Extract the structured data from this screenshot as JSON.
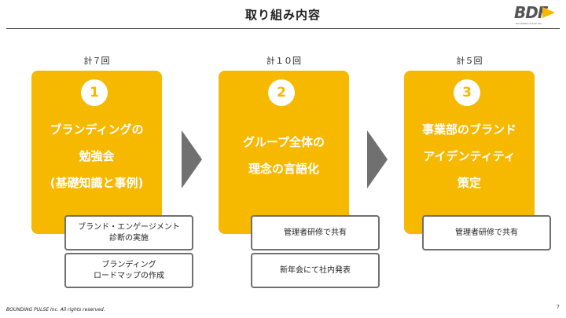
{
  "header": {
    "title": "取り組み内容",
    "logo_text": "BDF",
    "logo_tagline": "BOUNDING PULSE INC."
  },
  "steps": [
    {
      "count": "計７回",
      "number": "1",
      "lines": [
        "ブランディングの",
        "勉強会",
        "(基礎知識と事例)"
      ],
      "boxes": [
        {
          "lines": [
            "ブランド・エンゲージメント",
            "診断の実施"
          ]
        },
        {
          "lines": [
            "ブランディング",
            "ロードマップの作成"
          ]
        }
      ]
    },
    {
      "count": "計１０回",
      "number": "2",
      "lines": [
        "グループ全体の",
        "理念の言語化"
      ],
      "boxes": [
        {
          "lines": [
            "管理者研修で共有"
          ]
        },
        {
          "lines": [
            "新年会にて社内発表"
          ]
        }
      ]
    },
    {
      "count": "計５回",
      "number": "3",
      "lines": [
        "事業部のブランド",
        "アイデンティティ",
        "策定"
      ],
      "boxes": [
        {
          "lines": [
            "管理者研修で共有"
          ]
        }
      ]
    }
  ],
  "footer": {
    "copyright": "BOUNDING PULSE Inc.  All rights reserved.",
    "page_number": "7"
  },
  "colors": {
    "card": "#f7b800",
    "arrow": "#707070",
    "box_border": "#707070"
  }
}
